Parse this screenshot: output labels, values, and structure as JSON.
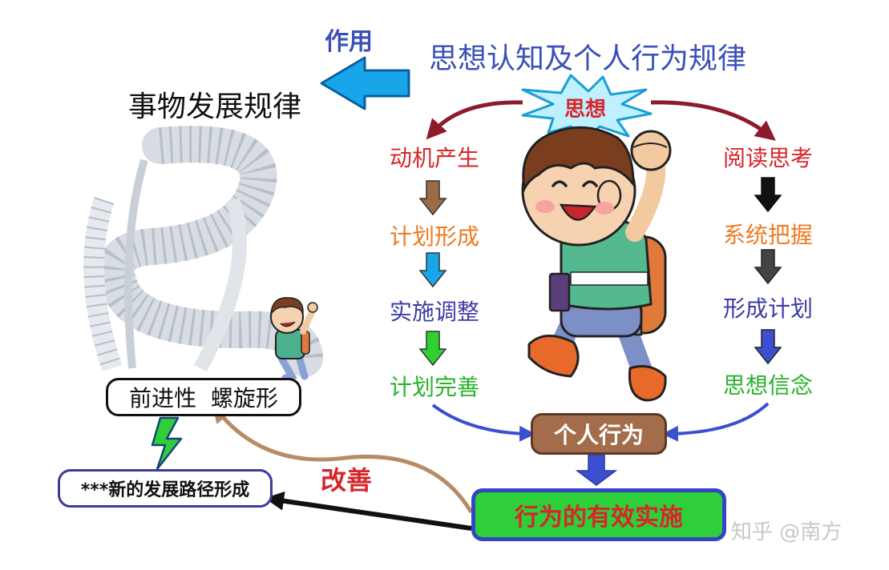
{
  "title": "思想认知及个人行为规律",
  "left_title": "事物发展规律",
  "action_label": "作用",
  "core": "思想",
  "left_steps": [
    "动机产生",
    "计划形成",
    "实施调整",
    "计划完善"
  ],
  "right_steps": [
    "阅读思考",
    "系统把握",
    "形成计划",
    "思想信念"
  ],
  "behavior": "个人行为",
  "effective": "行为的有效实施",
  "improve": "改善",
  "progress_box": "前进性  螺旋形",
  "new_path": "***新的发展路径形成",
  "watermark": "知乎 @南方",
  "colors": {
    "title_blue": "#3b4fb8",
    "red_text": "#d6262b",
    "orange_text": "#ee7b22",
    "indigo_text": "#3c3ca6",
    "green_text": "#27b22a",
    "behavior_fill": "#a36d4c",
    "effective_fill": "#2fcf3a",
    "arrow_sky": "#17a6ea",
    "arrow_brown": "#9a6b45",
    "arrow_blue": "#3b4fd0",
    "arrow_green": "#2fd12f"
  },
  "icons": [
    "big-left-arrow-icon",
    "starburst-icon",
    "lightning-icon",
    "spiral-staircase-icon",
    "cartoon-boy-icon"
  ]
}
